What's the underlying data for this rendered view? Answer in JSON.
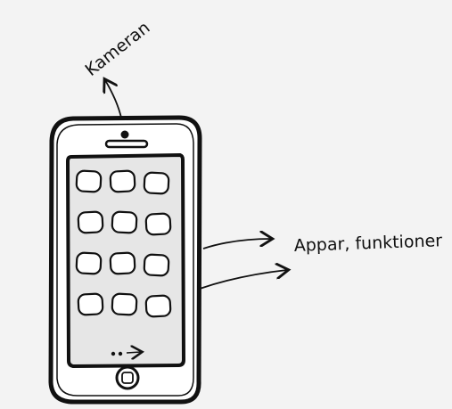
{
  "diagram": {
    "labels": {
      "camera": "Kameran",
      "apps": "Appar, funktioner"
    },
    "phone": {
      "app_icon_rows": 4,
      "app_icon_columns": 3
    },
    "colors": {
      "background": "#f3f3f3",
      "ink": "#111111",
      "screen": "#e6e6e6"
    }
  }
}
